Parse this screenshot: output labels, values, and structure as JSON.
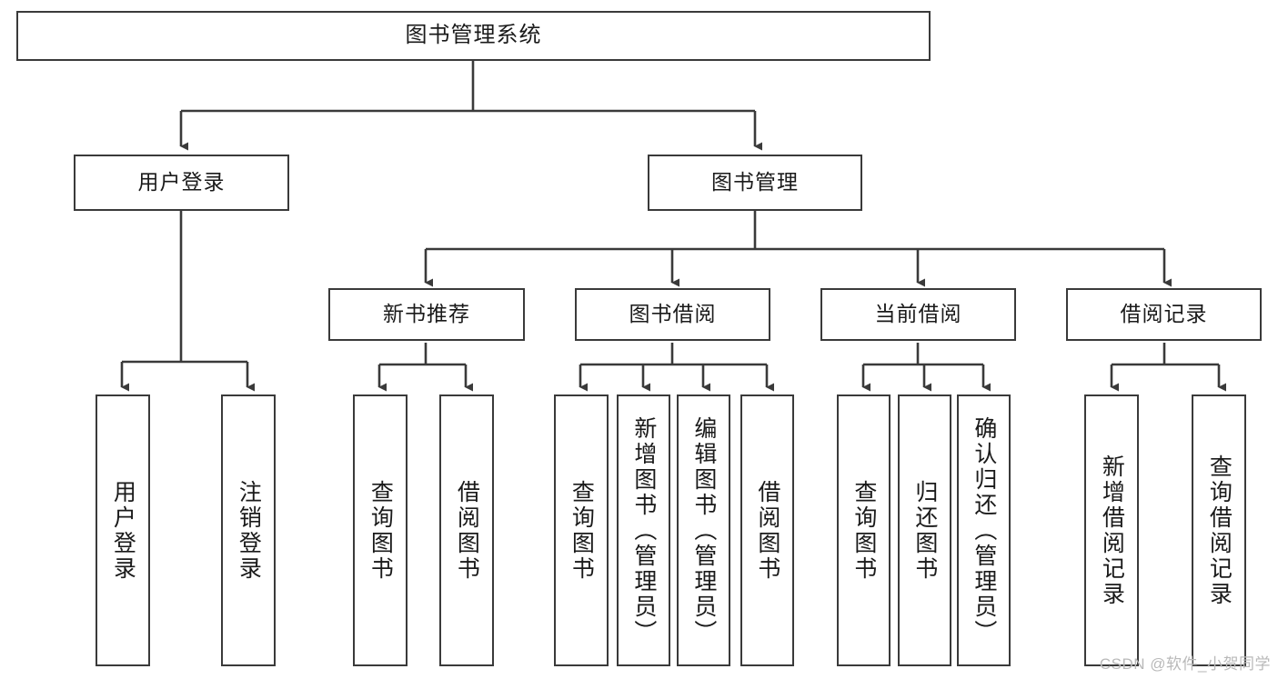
{
  "diagram": {
    "type": "tree-hierarchy",
    "root": {
      "label": "图书管理系统"
    },
    "level1": [
      {
        "label": "用户登录"
      },
      {
        "label": "图书管理"
      }
    ],
    "level2": [
      {
        "label": "新书推荐"
      },
      {
        "label": "图书借阅"
      },
      {
        "label": "当前借阅"
      },
      {
        "label": "借阅记录"
      }
    ],
    "leaves": {
      "user_login": [
        {
          "label": "用户登录"
        },
        {
          "label": "注销登录"
        }
      ],
      "new_book_recommend": [
        {
          "label": "查询图书"
        },
        {
          "label": "借阅图书"
        }
      ],
      "book_borrow": [
        {
          "label": "查询图书"
        },
        {
          "label": "新增图书（管理员）"
        },
        {
          "label": "编辑图书（管理员）"
        },
        {
          "label": "借阅图书"
        }
      ],
      "current_borrow": [
        {
          "label": "查询图书"
        },
        {
          "label": "归还图书"
        },
        {
          "label": "确认归还（管理员）"
        }
      ],
      "borrow_record": [
        {
          "label": "新增借阅记录"
        },
        {
          "label": "查询借阅记录"
        }
      ]
    }
  },
  "watermark": {
    "text": "CSDN @软件_小贺同学"
  },
  "colors": {
    "stroke": "#3a3a3a",
    "background": "#ffffff",
    "text": "#1a1a1a",
    "watermark": "#b9b9b9"
  }
}
